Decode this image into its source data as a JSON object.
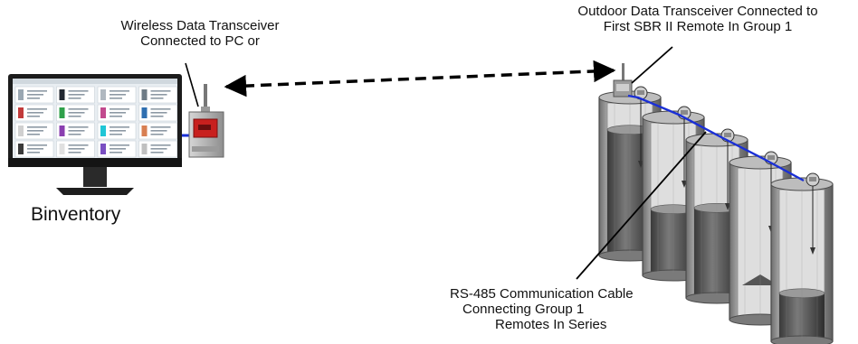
{
  "labels": {
    "wireless_line1": "Wireless Data Transceiver",
    "wireless_line2": "Connected to PC or",
    "outdoor_line1": "Outdoor Data Transceiver Connected to",
    "outdoor_line2": "First SBR II Remote In Group 1",
    "software": "Binventory",
    "cable_line1": "RS-485 Communication Cable",
    "cable_line2": "Connecting Group 1",
    "cable_line3": "Remotes In Series"
  },
  "screen_tiles": {
    "rows": 4,
    "cols": 4,
    "fill_colors": [
      "#9aa7b2",
      "#222831",
      "#b0b8c0",
      "#6f7c86",
      "#c23b3b",
      "#2fa04a",
      "#c24a8e",
      "#2f6fb0",
      "#d0d0d0",
      "#8a3fb0",
      "#1fc6d6",
      "#d87f52",
      "#3a3a3a",
      "#e0e0e0",
      "#7a4fc2",
      "#c0c0c0"
    ]
  },
  "silos": {
    "count": 5,
    "fill_levels": [
      0.82,
      0.42,
      0.58,
      0.0,
      0.3
    ]
  },
  "colors": {
    "cable": "#1a2fd6",
    "silo_body": "#9a9a9a",
    "silo_dark": "#444444",
    "transceiver_red": "#c8201e",
    "arrow": "#000000"
  }
}
